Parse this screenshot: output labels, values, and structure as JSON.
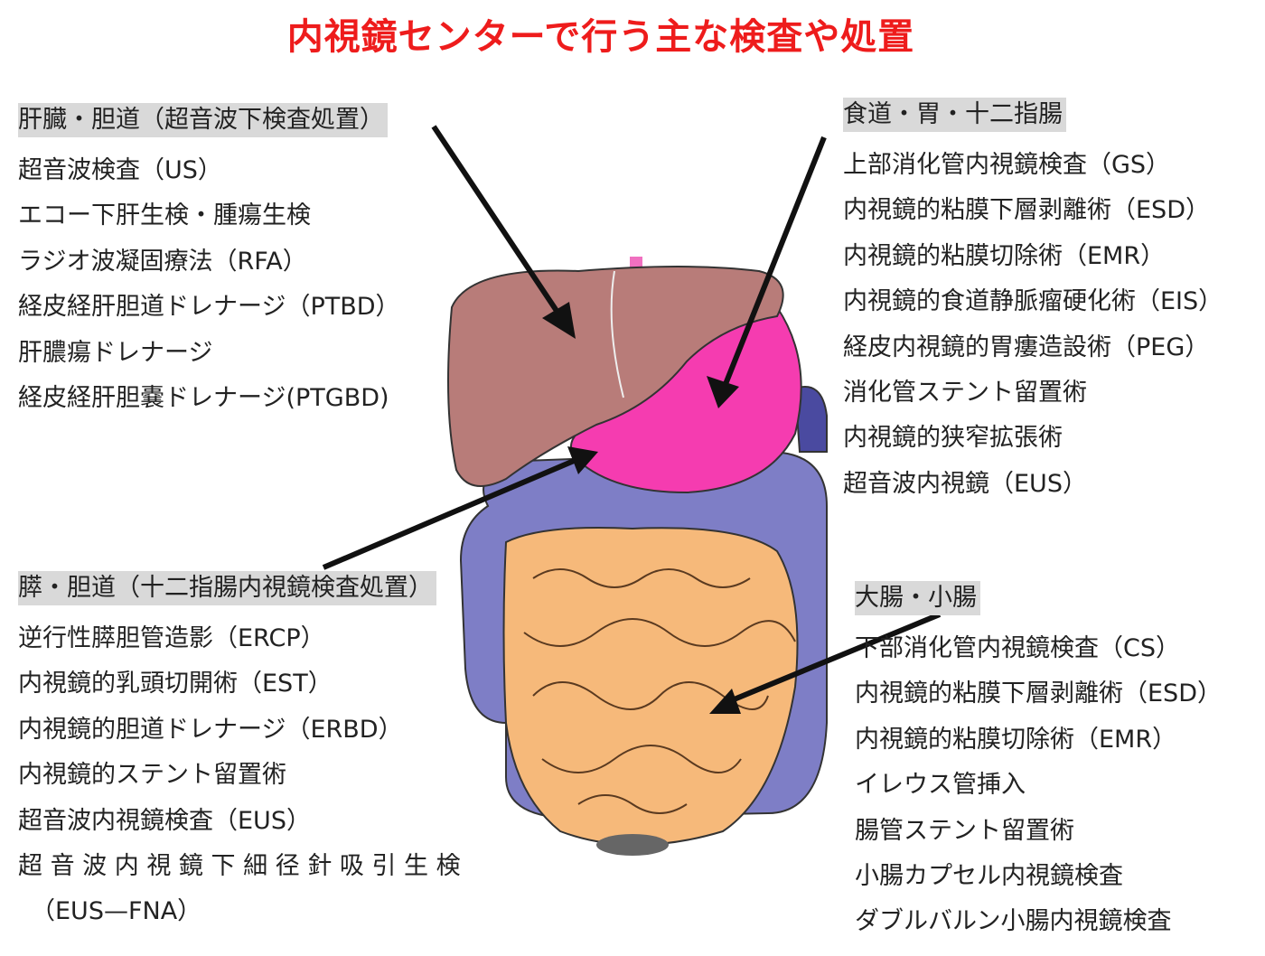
{
  "title": "内視鏡センターで行う主な検査や処置",
  "colors": {
    "title": "#ee1c1c",
    "liver": "#b87c79",
    "stomach": "#f53cb0",
    "colon": "#7e7ec6",
    "small_intestine": "#f6b97a",
    "arrow": "#111111"
  },
  "sections": [
    {
      "heading": "肝臓・胆道（超音波下検査処置）",
      "items": [
        "超音波検査（US）",
        "エコー下肝生検・腫瘍生検",
        "ラジオ波凝固療法（RFA）",
        "経皮経肝胆道ドレナージ（PTBD）",
        "肝膿瘍ドレナージ",
        "経皮経肝胆嚢ドレナージ(PTGBD)"
      ]
    },
    {
      "heading": "食道・胃・十二指腸",
      "items": [
        "上部消化管内視鏡検査（GS）",
        "内視鏡的粘膜下層剥離術（ESD）",
        "内視鏡的粘膜切除術（EMR）",
        "内視鏡的食道静脈瘤硬化術（EIS）",
        "経皮内視鏡的胃瘻造設術（PEG）",
        "消化管ステント留置術",
        "内視鏡的狭窄拡張術",
        "超音波内視鏡（EUS）"
      ]
    },
    {
      "heading": "膵・胆道（十二指腸内視鏡検査処置）",
      "items": [
        "逆行性膵胆管造影（ERCP）",
        "内視鏡的乳頭切開術（EST）",
        "内視鏡的胆道ドレナージ（ERBD）",
        "内視鏡的ステント留置術",
        "超音波内視鏡検査（EUS）",
        "超 音 波 内 視 鏡 下 細 径 針 吸 引 生 検",
        "（EUS—FNA）"
      ]
    },
    {
      "heading": "大腸・小腸",
      "items": [
        "下部消化管内視鏡検査（CS）",
        "内視鏡的粘膜下層剥離術（ESD）",
        "内視鏡的粘膜切除術（EMR）",
        "イレウス管挿入",
        "腸管ステント留置術",
        "小腸カプセル内視鏡検査",
        "ダブルバルン小腸内視鏡検査"
      ]
    }
  ]
}
